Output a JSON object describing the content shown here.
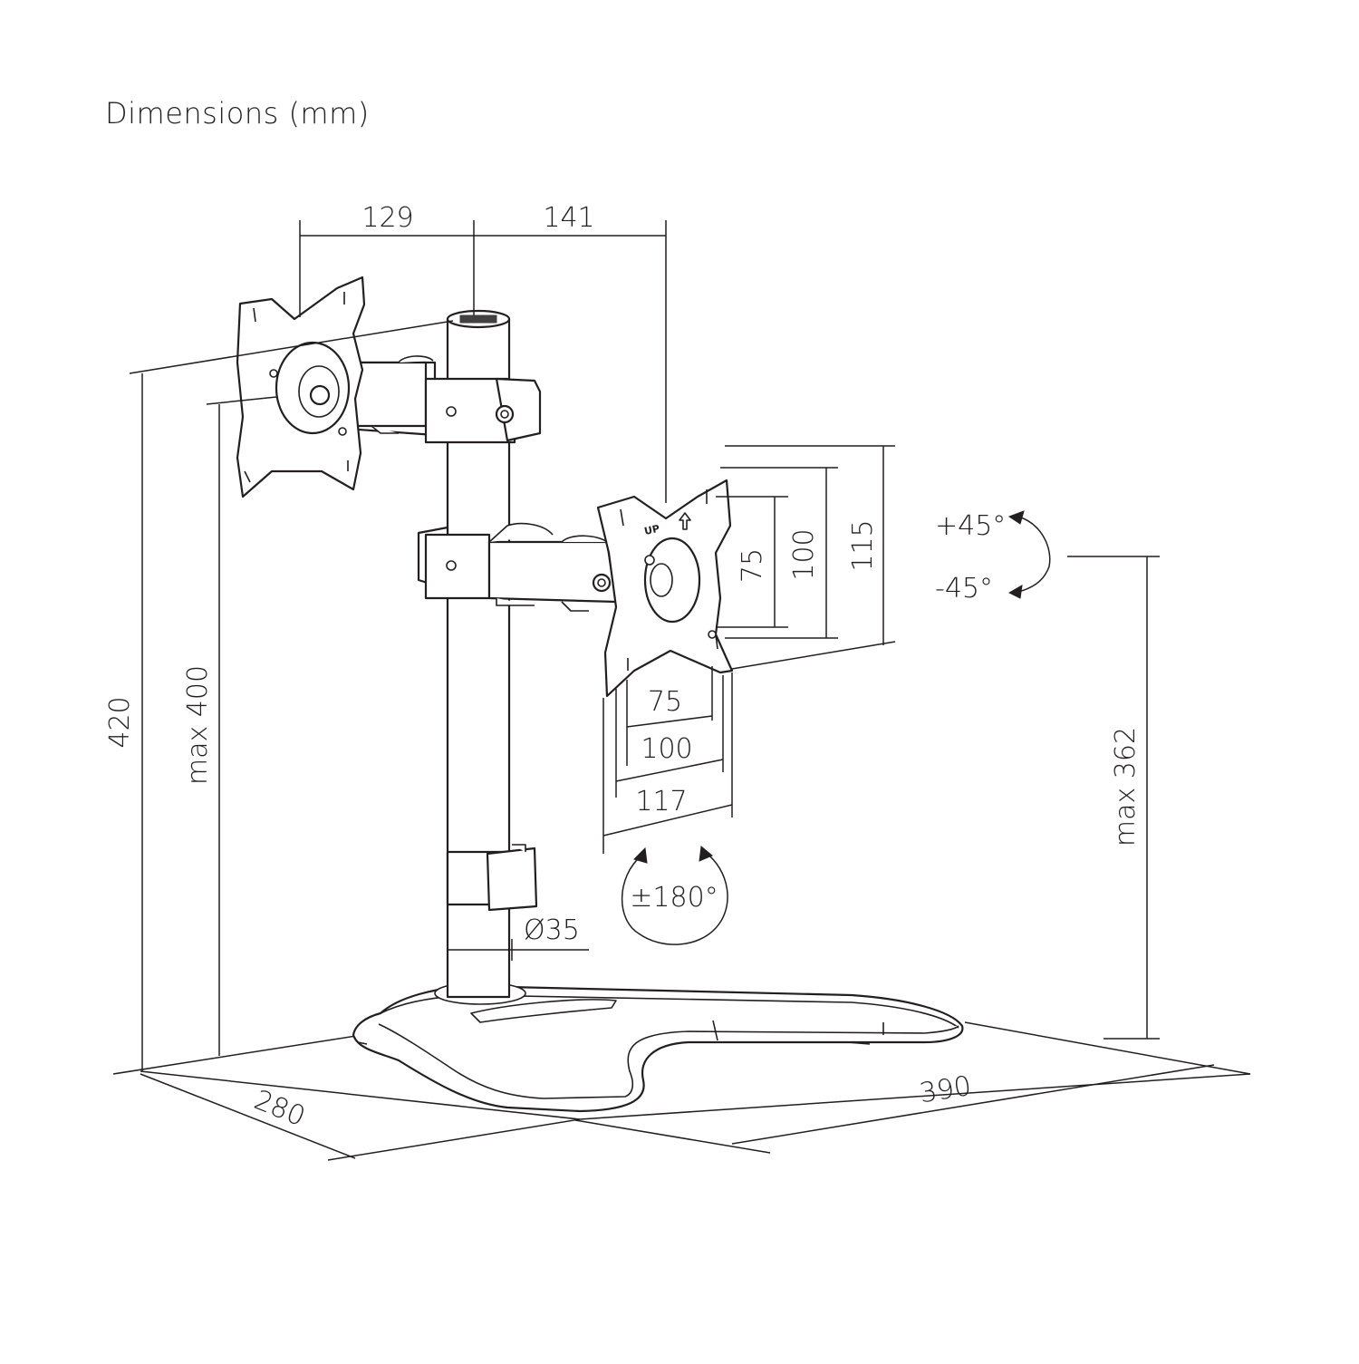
{
  "title": "Dimensions (mm)",
  "dimensions": {
    "arm_left": "129",
    "arm_right": "141",
    "height_total": "420",
    "height_max_left": "max 400",
    "height_max_right": "max 362",
    "vesa_h_75": "75",
    "vesa_h_100": "100",
    "vesa_h_115": "115",
    "vesa_w_75": "75",
    "vesa_w_100": "100",
    "vesa_w_117": "117",
    "tilt_up": "+45°",
    "tilt_down": "-45°",
    "rotation": "±180°",
    "pole_diameter": "Ø35",
    "base_depth": "280",
    "base_width": "390"
  },
  "plate_label": "UP"
}
